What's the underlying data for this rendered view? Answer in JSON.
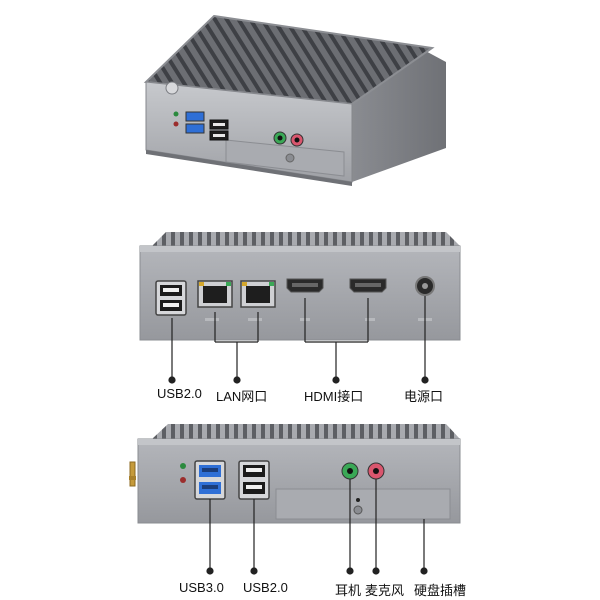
{
  "labels": {
    "usb20_middle": "USB2.0",
    "lan": "LAN网口",
    "hdmi": "HDMI接口",
    "power": "电源口",
    "usb30_bottom": "USB3.0",
    "usb20_bottom": "USB2.0",
    "earphone": "耳机",
    "microphone": "麦克风",
    "hdd_slot": "硬盘插槽"
  },
  "colors": {
    "chassis": "#9a9ca1",
    "fins": "#55575c",
    "port_blue": "#2f6fd6",
    "port_green": "#3aa856",
    "port_pink": "#d9566e"
  },
  "icons": [
    "usb-port-icon",
    "ethernet-port-icon",
    "hdmi-port-icon",
    "power-jack-icon",
    "audio-jack-icon",
    "antenna-icon"
  ]
}
